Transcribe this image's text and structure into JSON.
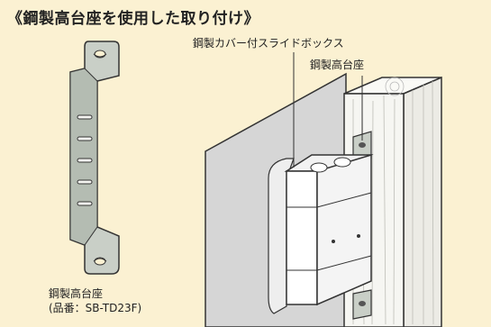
{
  "title": "《鋼製高台座を使用した取り付け》",
  "labels": {
    "box": "鋼製カバー付スライドボックス",
    "bracket": "鋼製高台座",
    "part_name": "鋼製高台座",
    "part_number": "(品番：SB-TD23F)"
  },
  "colors": {
    "background": "#fbf1d2",
    "wall": "#d6d6d6",
    "wood": "#f6f6f2",
    "metal": "#c9cfc7"
  }
}
